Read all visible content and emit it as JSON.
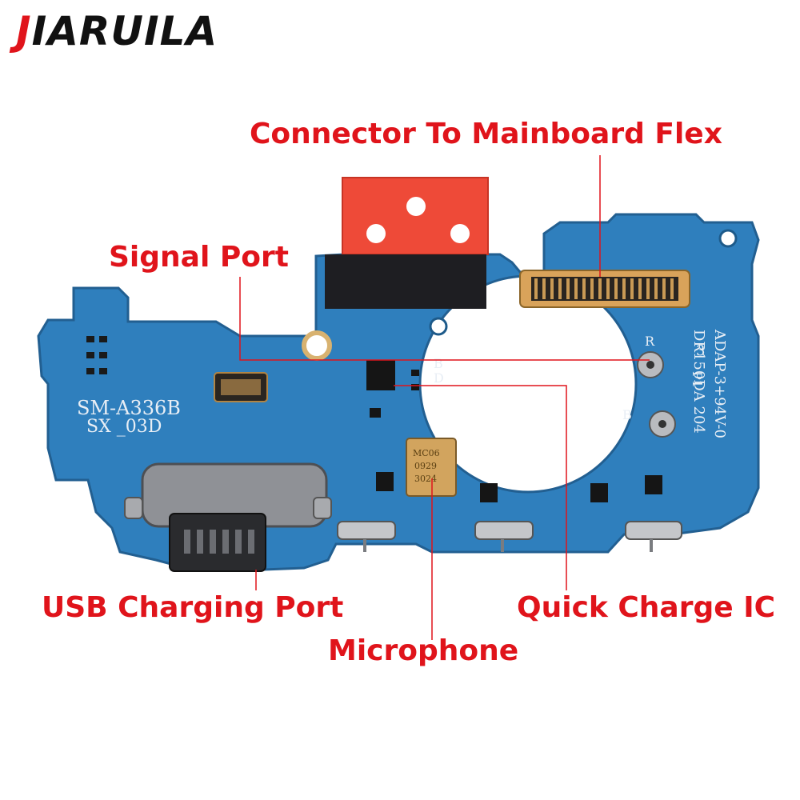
{
  "brand": {
    "first_letter": "J",
    "rest": "IARUILA"
  },
  "callouts": {
    "connector": "Connector To Mainboard Flex",
    "signal": "Signal Port",
    "usb": "USB Charging Port",
    "quick": "Quick Charge IC",
    "mic": "Microphone"
  },
  "silkscreen": {
    "model": "SM-A336B",
    "rev": "SX _03D",
    "vertical1": "ADAP-3+94V-0",
    "vertical2": "DR150DA 204",
    "mark3": "3",
    "p1": "P1",
    "r": "R",
    "b_left": "B",
    "b_right": "B",
    "d": "D",
    "mic1": "MC06",
    "mic2": "0929",
    "mic3": "3024"
  },
  "colors": {
    "accent_red": "#e0141b",
    "pcb": "#2f7fbd",
    "tape": "#ee4a38"
  }
}
